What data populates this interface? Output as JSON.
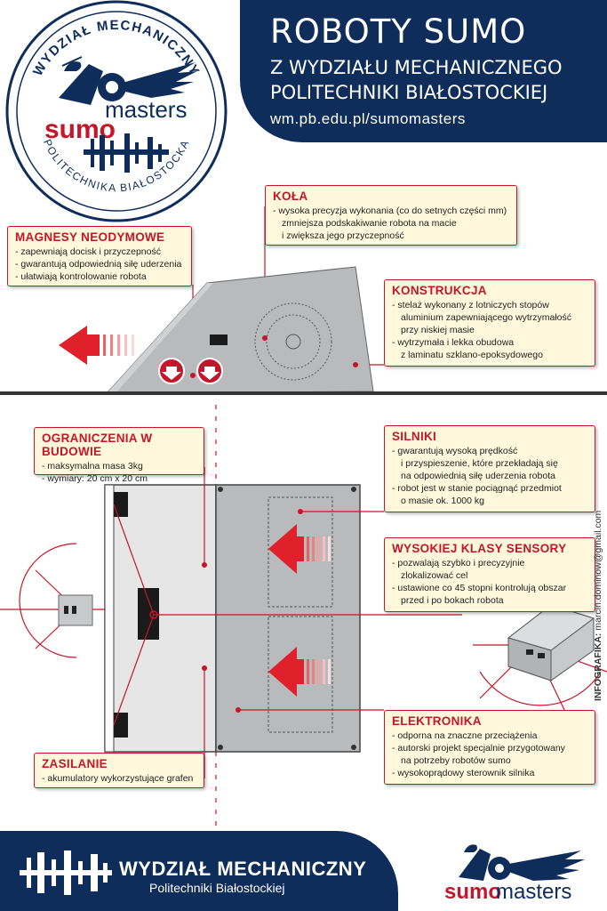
{
  "header": {
    "title": "ROBOTY SUMO",
    "subtitle1": "Z WYDZIAŁU MECHANICZNEGO",
    "subtitle2": "POLITECHNIKI BIAŁOSTOCKIEJ",
    "url": "wm.pb.edu.pl/sumomasters"
  },
  "badge": {
    "ring_top": "WYDZIAŁ MECHANICZNY",
    "ring_bottom": "POLITECHNIKA BIAŁOSTOCKA",
    "brand_bold": "sumo",
    "brand_light": "masters"
  },
  "callouts": {
    "kola": {
      "title": "KOŁA",
      "lines": [
        "- wysoka precyzja wykonania (co do setnych części mm)",
        "zmniejsza podskakiwanie robota na macie",
        "i zwiększa jego przyczepność"
      ]
    },
    "magnesy": {
      "title": "MAGNESY NEODYMOWE",
      "lines": [
        "- zapewniają docisk i przyczepność",
        "- gwarantują odpowiednią siłę uderzenia",
        "- ułatwiają kontrolowanie robota"
      ]
    },
    "konstrukcja": {
      "title": "KONSTRUKCJA",
      "lines": [
        "- stelaż wykonany z lotniczych stopów",
        "aluminium zapewniającego wytrzymałość",
        "przy niskiej masie",
        "- wytrzymała i lekka obudowa",
        "z laminatu szklano-epoksydowego"
      ]
    },
    "ograniczenia": {
      "title": "OGRANICZENIA W BUDOWIE",
      "lines": [
        "- maksymalna masa 3kg",
        "- wymiary: 20 cm x 20 cm"
      ]
    },
    "silniki": {
      "title": "SILNIKI",
      "lines": [
        "- gwarantują wysoką prędkość",
        "i przyspieszenie, które przekładają się",
        "na odpowiednią siłę uderzenia robota",
        "- robot jest w stanie pociągnąć przedmiot",
        "o masie ok. 1000 kg"
      ]
    },
    "sensory": {
      "title": "WYSOKIEJ KLASY SENSORY",
      "lines": [
        "- pozwalają szybko i precyzyjnie",
        "zlokalizować cel",
        "- ustawione co 45 stopni kontrolują obszar",
        "przed i po bokach robota"
      ]
    },
    "elektronika": {
      "title": "ELEKTRONIKA",
      "lines": [
        "- odporna na znaczne przeciążenia",
        "- autorski projekt specjalnie przygotowany",
        "na potrzeby robotów sumo",
        "- wysokoprądowy sterownik silnika"
      ]
    },
    "zasilanie": {
      "title": "ZASILANIE",
      "lines": [
        "- akumulatory wykorzystujące grafen"
      ]
    }
  },
  "credit": {
    "label": "INFOGRAFIKA:",
    "email": "marcin.dominow@gmail.com"
  },
  "footer": {
    "title": "WYDZIAŁ MECHANICZNY",
    "subtitle": "Politechniki Białostockiej",
    "logo_bold": "sumo",
    "logo_light": "masters"
  },
  "colors": {
    "navy": "#0e2d5a",
    "red": "#c4162a",
    "callout_bg": "#fff8dc",
    "chassis": "#b9babc"
  }
}
